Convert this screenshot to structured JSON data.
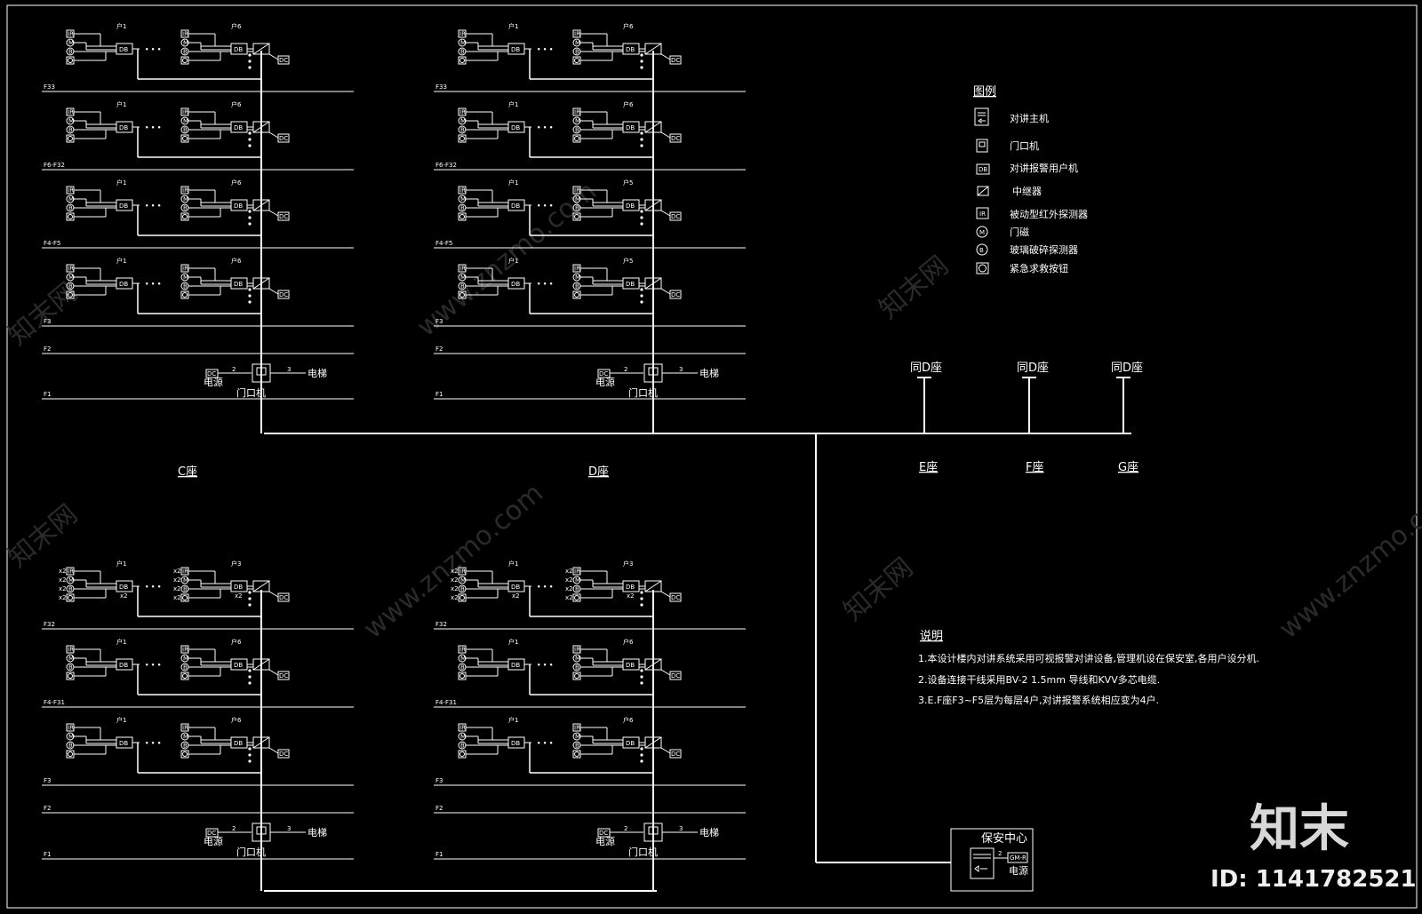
{
  "sections": {
    "C": {
      "upper": {
        "floors": [
          {
            "label": "F33",
            "household_start": "户1",
            "household_end": "户6"
          },
          {
            "label": "F6-F32",
            "household_start": "户1",
            "household_end": "户6"
          },
          {
            "label": "F4-F5",
            "household_start": "户1",
            "household_end": "户6"
          },
          {
            "label": "F3",
            "household_start": "户1",
            "household_end": "户6"
          }
        ],
        "f2": "F2",
        "f1": "F1"
      },
      "lower": {
        "floors": [
          {
            "label": "F32",
            "household_start": "户1",
            "household_end": "户3",
            "multiplier": true
          },
          {
            "label": "F4-F31",
            "household_start": "户1",
            "household_end": "户6"
          },
          {
            "label": "F3",
            "household_start": "户1",
            "household_end": "户6"
          }
        ],
        "f2": "F2",
        "f1": "F1"
      },
      "title": "C座"
    },
    "D": {
      "upper": {
        "floors": [
          {
            "label": "F33",
            "household_start": "户1",
            "household_end": "户6"
          },
          {
            "label": "F6-F32",
            "household_start": "户1",
            "household_end": "户6"
          },
          {
            "label": "F4-F5",
            "household_start": "户1",
            "household_end": "户5"
          },
          {
            "label": "F3",
            "household_start": "户1",
            "household_end": "户5"
          }
        ],
        "f2": "F2",
        "f1": "F1"
      },
      "lower": {
        "floors": [
          {
            "label": "F32",
            "household_start": "户1",
            "household_end": "户3",
            "multiplier": true
          },
          {
            "label": "F4-F31",
            "household_start": "户1",
            "household_end": "户6"
          },
          {
            "label": "F3",
            "household_start": "户1",
            "household_end": "户6"
          }
        ],
        "f2": "F2",
        "f1": "F1"
      },
      "title": "D座"
    }
  },
  "common": {
    "db": "DB",
    "dc": "DC",
    "ir": "IR",
    "m": "M",
    "b": "B",
    "x2": "x2",
    "dots": "•  •  •",
    "power": "电源",
    "door_unit": "门口机",
    "elevator": "电梯",
    "wire_2": "2",
    "wire_3": "3"
  },
  "branches": [
    {
      "top": "同D座",
      "bottom": "E座"
    },
    {
      "top": "同D座",
      "bottom": "F座"
    },
    {
      "top": "同D座",
      "bottom": "G座"
    }
  ],
  "legend": {
    "title": "图例",
    "items": [
      {
        "icon": "intercom-master-icon",
        "label": "对讲主机"
      },
      {
        "icon": "door-station-icon",
        "label": "门口机"
      },
      {
        "icon": "db-unit-icon",
        "label": "对讲报警用户机"
      },
      {
        "icon": "repeater-icon",
        "label": "中继器"
      },
      {
        "icon": "ir-detector-icon",
        "label": "被动型红外探测器"
      },
      {
        "icon": "door-magnet-icon",
        "label": "门磁"
      },
      {
        "icon": "glass-break-icon",
        "label": "玻璃破碎探测器"
      },
      {
        "icon": "panic-button-icon",
        "label": "紧急求救按钮"
      }
    ]
  },
  "notes": {
    "title": "说明",
    "items": [
      "1.本设计楼内对讲系统采用可视报警对讲设备,管理机设在保安室,各用户设分机.",
      "2.设备连接干线采用BV-2 1.5mm 导线和KVV多芯电缆.",
      "3.E.F座F3~F5层为每层4户,对讲报警系统相应变为4户."
    ]
  },
  "security_center": {
    "title": "保安中心",
    "module": "GM-R",
    "power": "电源"
  },
  "watermarks": {
    "site": "www.znzmo.com",
    "brand_cn": "知末网",
    "logo": "知末",
    "id": "ID: 1141782521"
  }
}
